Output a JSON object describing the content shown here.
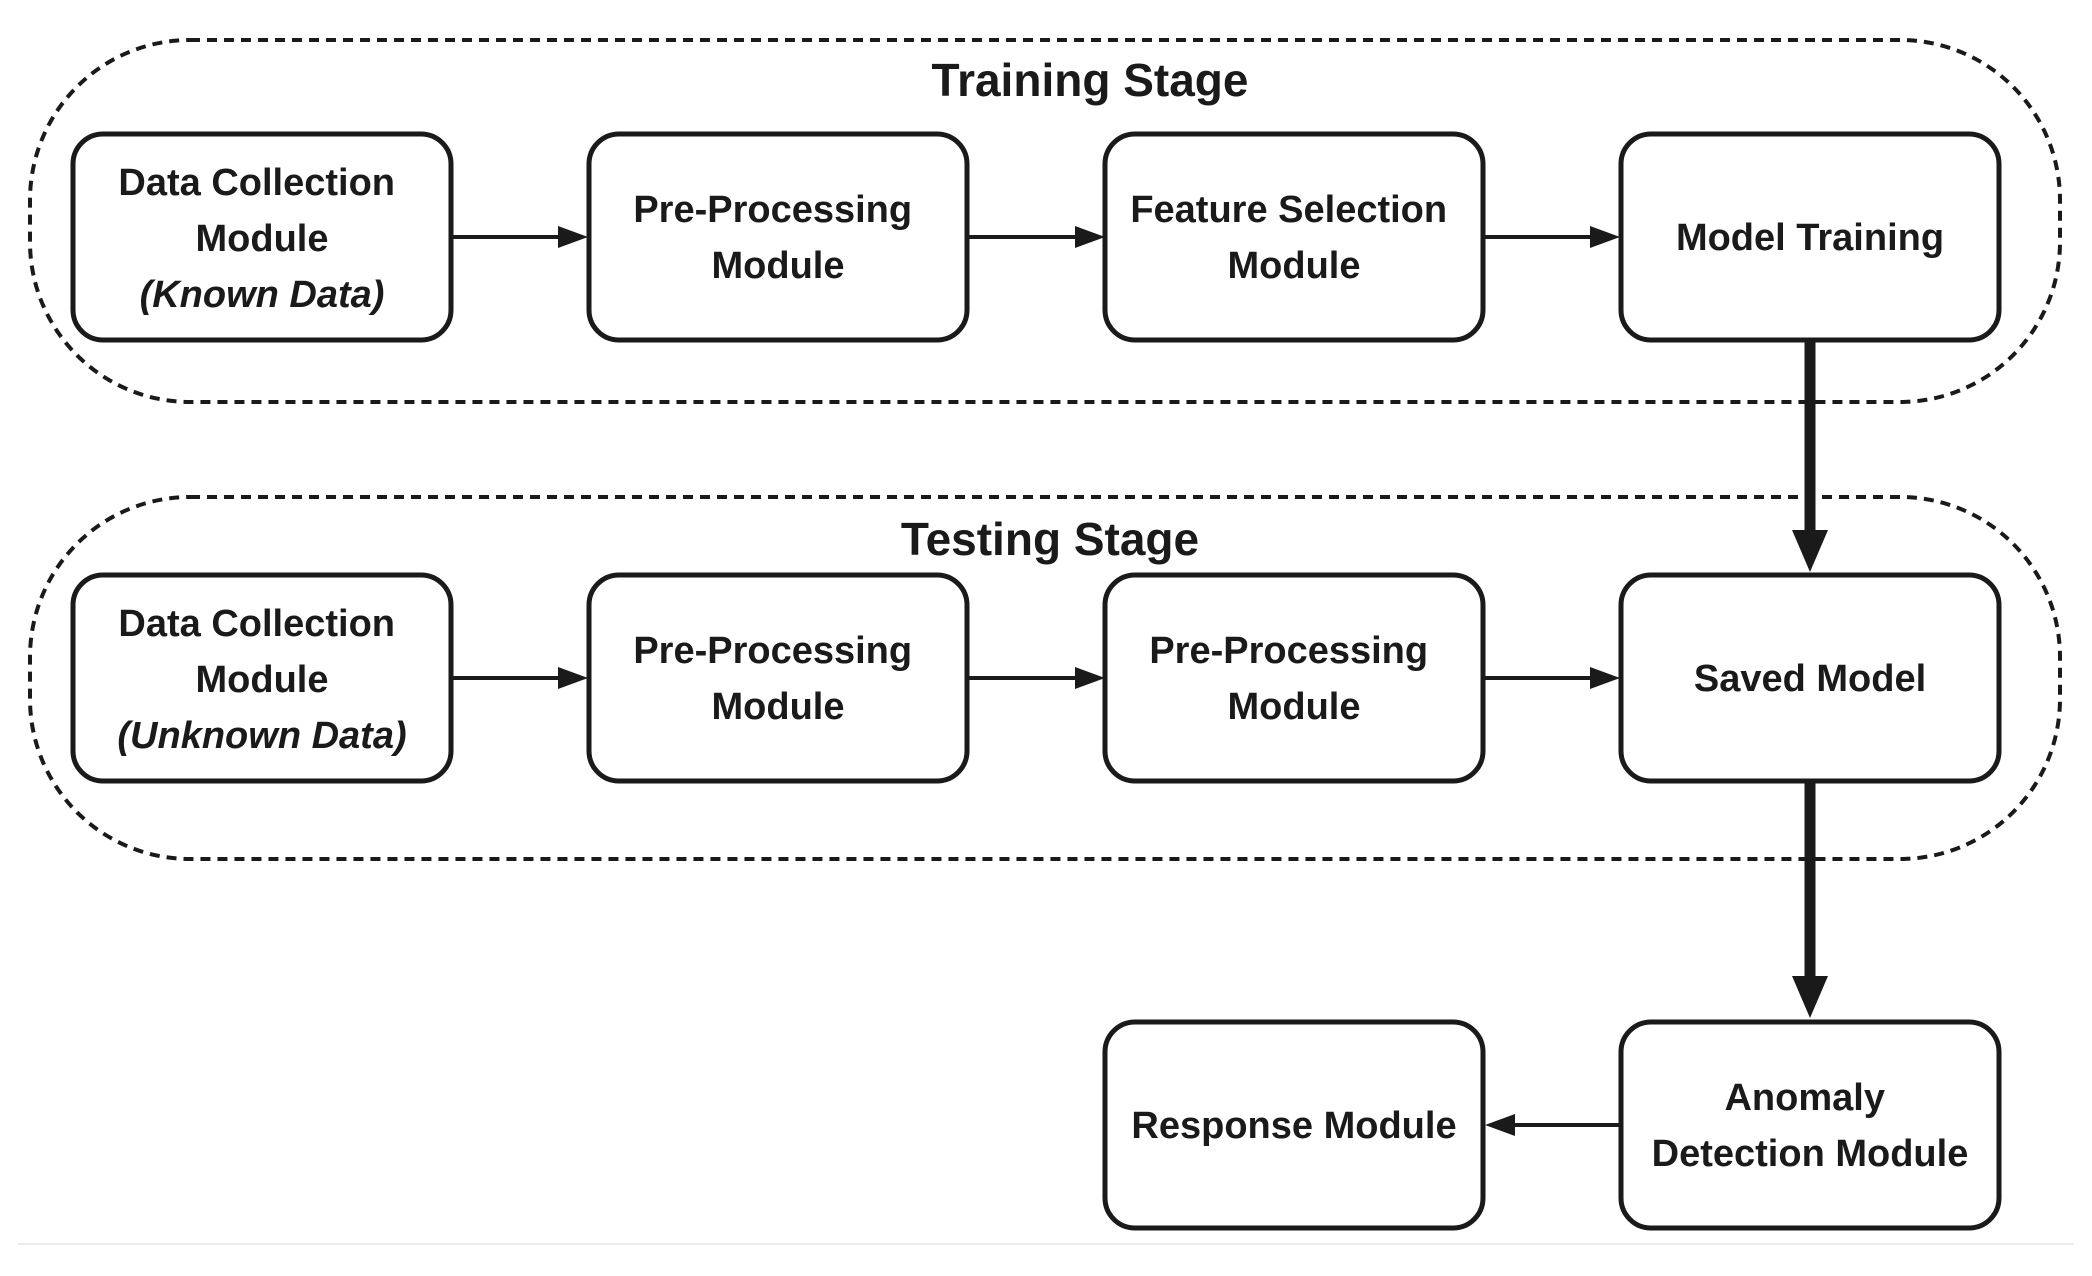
{
  "stages": {
    "training": {
      "title": "Training Stage"
    },
    "testing": {
      "title": "Testing Stage"
    }
  },
  "nodes": {
    "train_data_collection": {
      "lines": [
        "Data Collection",
        "Module"
      ],
      "italic_line": "(Known Data)"
    },
    "train_preprocessing": {
      "lines": [
        "Pre-Processing",
        "Module"
      ]
    },
    "train_feature_selection": {
      "lines": [
        "Feature Selection",
        "Module"
      ]
    },
    "model_training": {
      "lines": [
        "Model Training"
      ]
    },
    "test_data_collection": {
      "lines": [
        "Data Collection",
        "Module"
      ],
      "italic_line": "(Unknown Data)"
    },
    "test_preprocessing_1": {
      "lines": [
        "Pre-Processing",
        "Module"
      ]
    },
    "test_preprocessing_2": {
      "lines": [
        "Pre-Processing",
        "Module"
      ]
    },
    "saved_model": {
      "lines": [
        "Saved Model"
      ]
    },
    "anomaly_detection": {
      "lines": [
        "Anomaly",
        "Detection Module"
      ]
    },
    "response_module": {
      "lines": [
        "Response Module"
      ]
    }
  },
  "colors": {
    "stroke": "#1a1a1a",
    "background": "#ffffff"
  }
}
